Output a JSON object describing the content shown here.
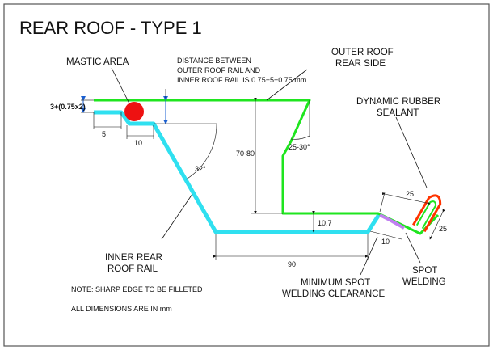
{
  "title": "REAR ROOF  - TYPE 1",
  "colors": {
    "outer_roof": "#1fe51f",
    "inner_rail": "#2fe0f0",
    "mastic": "#ee1111",
    "sealant": "#ff3300",
    "spot_weld": "#c080f0",
    "frame": "#555555",
    "dim_line": "#111111",
    "dim_arrow": "#1a5fd0"
  },
  "labels": {
    "mastic_area": "MASTIC AREA",
    "distance_note": [
      "DISTANCE BETWEEN",
      "OUTER ROOF RAIL AND",
      "INNER ROOF RAIL IS 0.75+5+0.75 mm"
    ],
    "outer_roof": [
      "OUTER ROOF",
      "REAR SIDE"
    ],
    "dynamic_sealant": [
      "DYNAMIC RUBBER",
      "SEALANT"
    ],
    "inner_rear": [
      "INNER REAR",
      "ROOF RAIL"
    ],
    "min_spot": [
      "MINIMUM SPOT",
      "WELDING CLEARANCE"
    ],
    "spot_welding": [
      "SPOT",
      "WELDING"
    ],
    "note_edge": "NOTE: SHARP EDGE TO BE FILLETED",
    "note_units": "ALL DIMENSIONS ARE IN mm"
  },
  "dimensions": {
    "gap": "3+(0.75x2)",
    "d5": "5",
    "d10": "10",
    "angle32": "32°",
    "h7080": "70-80",
    "angle2530": "25-30°",
    "h107": "10.7",
    "d90": "90",
    "d25a": "25",
    "d25b": "25",
    "d10b": "10"
  }
}
